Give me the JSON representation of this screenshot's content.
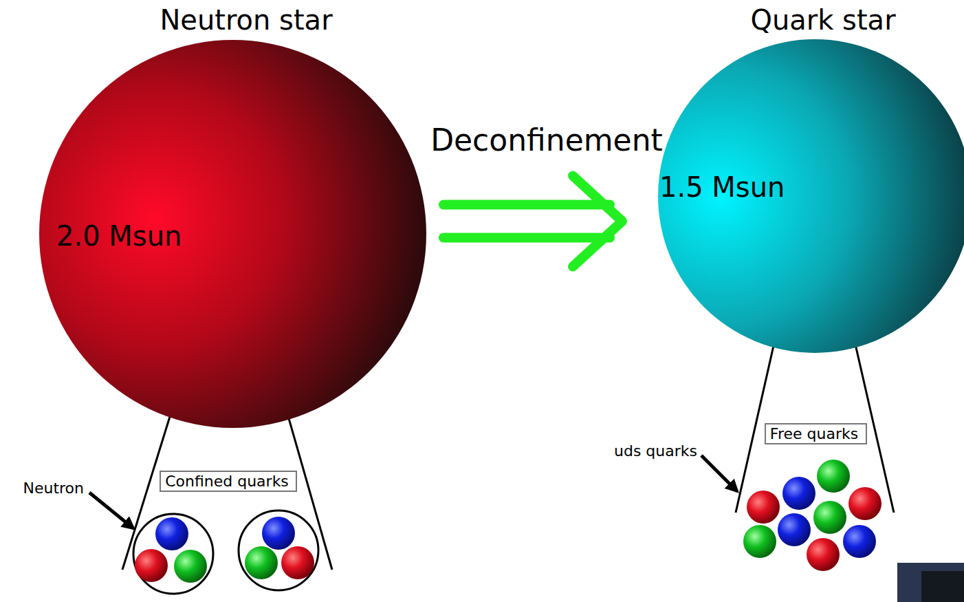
{
  "diagram": {
    "nodes": [
      {
        "text": [
          "Neutron star",
          "2.0 Msun"
        ]
      },
      {
        "text": [
          "Quark star",
          "1.5 Msun"
        ]
      },
      {
        "text": [
          "Confined quarks"
        ]
      },
      {
        "text": [
          "Free quarks"
        ]
      }
    ],
    "edges": [
      {
        "from": 0,
        "to": 1,
        "label": "Deconfinement",
        "arrow": "to"
      }
    ],
    "labels": [
      "Neutron",
      "uds quarks"
    ]
  }
}
